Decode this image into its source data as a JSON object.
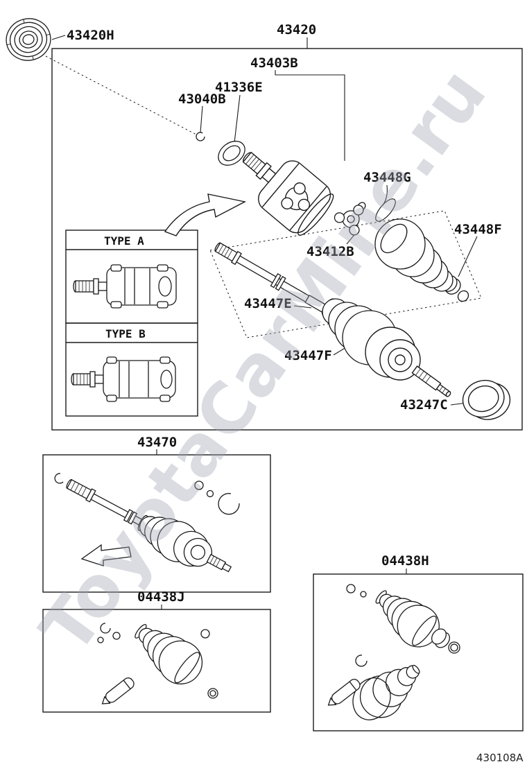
{
  "diagram": {
    "watermark": "ToyotaCarMine.ru",
    "code": "430108A"
  },
  "labels": {
    "p43420H": "43420H",
    "p43420": "43420",
    "p43403B": "43403B",
    "p41336E": "41336E",
    "p43040B": "43040B",
    "p43448G": "43448G",
    "p43448F": "43448F",
    "p43412B": "43412B",
    "p43447E": "43447E",
    "p43447F": "43447F",
    "p43247C": "43247C",
    "p43470": "43470",
    "p04438J": "04438J",
    "p04438H": "04438H"
  },
  "types": {
    "a": "TYPE A",
    "b": "TYPE B"
  }
}
